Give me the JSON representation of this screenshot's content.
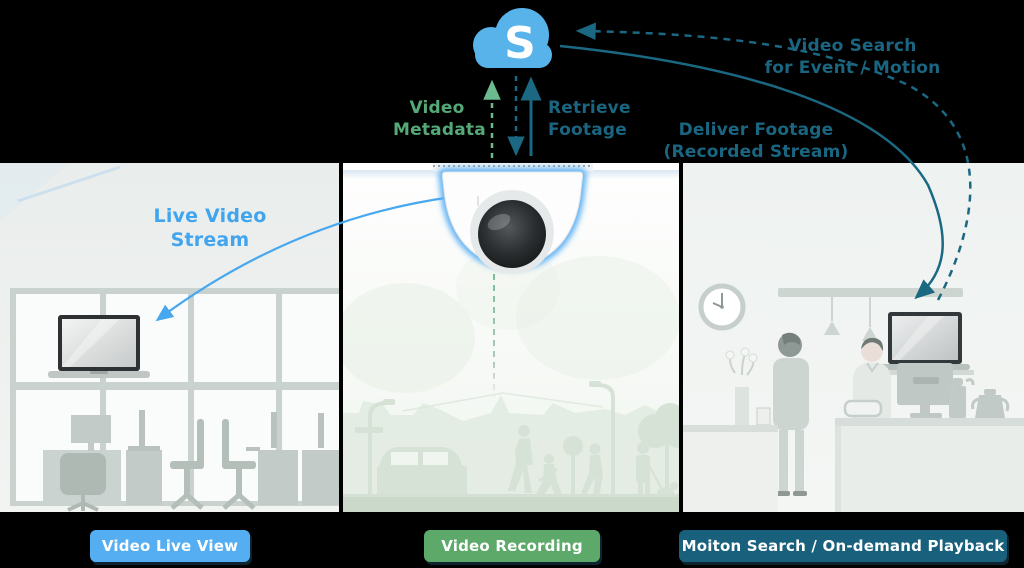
{
  "cloud": {
    "label": "S"
  },
  "labels": {
    "video_metadata": "Video\nMetadata",
    "retrieve_footage": "Retrieve\nFootage",
    "video_search": "Video Search\nfor Event / Motion",
    "deliver_footage": "Deliver Footage\n(Recorded Stream)",
    "live_video_stream": "Live Video Stream"
  },
  "buttons": [
    {
      "label": "Video Live View",
      "color": "#55AEF1"
    },
    {
      "label": "Video Recording",
      "color": "#5CA96A"
    },
    {
      "label": "Moiton Search / On-demand Playback",
      "color": "#19607C"
    }
  ],
  "colors": {
    "background": "#000000",
    "cloud_blue": "#58B3EA",
    "accent_light_blue": "#41A5EE",
    "accent_green": "#55A878",
    "accent_teal": "#1A6580",
    "scene_gray": "#EDF1EF",
    "silhouette_sage": "#D7E2D6"
  }
}
